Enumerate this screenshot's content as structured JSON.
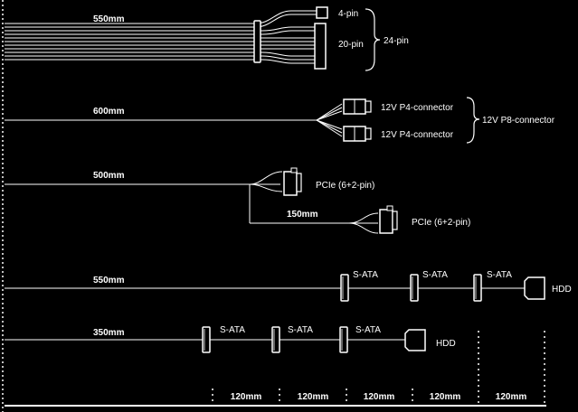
{
  "atx24": {
    "length": "550mm",
    "pin4": "4-pin",
    "pin20": "20-pin",
    "total": "24-pin"
  },
  "eps": {
    "length": "600mm",
    "p4_top": "12V P4-connector",
    "p4_bottom": "12V P4-connector",
    "p8": "12V P8-connector"
  },
  "pcie": {
    "length": "500mm",
    "first": "PCIe (6+2-pin)",
    "branch_length": "150mm",
    "second": "PCIe (6+2-pin)"
  },
  "sata_550": {
    "length": "550mm",
    "c1": "S-ATA",
    "c2": "S-ATA",
    "c3": "S-ATA",
    "end": "HDD"
  },
  "sata_350": {
    "length": "350mm",
    "c1": "S-ATA",
    "c2": "S-ATA",
    "c3": "S-ATA",
    "end": "HDD"
  },
  "scale": {
    "s1": "120mm",
    "s2": "120mm",
    "s3": "120mm",
    "s4": "120mm",
    "s5": "120mm"
  }
}
